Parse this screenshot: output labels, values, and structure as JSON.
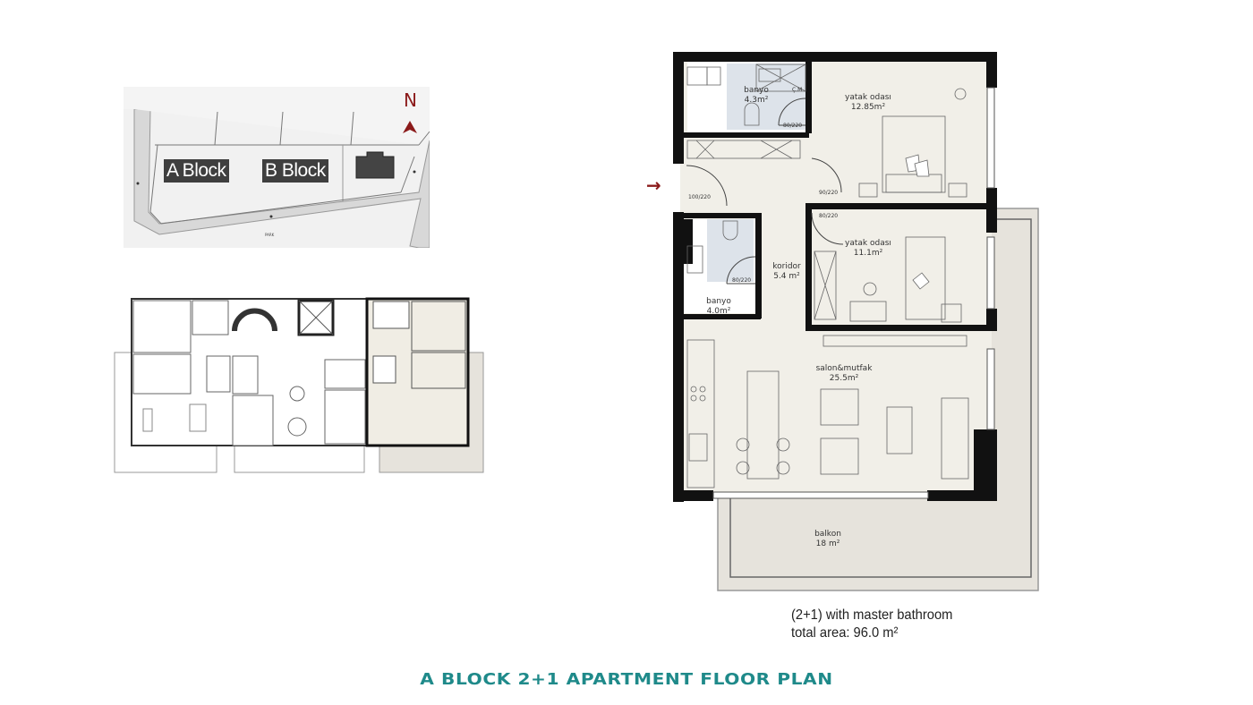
{
  "site_map": {
    "north_label": "N",
    "blocks": [
      {
        "label": "A Block"
      },
      {
        "label": "B Block"
      }
    ],
    "road_label": "PARK"
  },
  "floor_plan": {
    "entry_marker": "→",
    "rooms": [
      {
        "name": "banyo",
        "area": "4.3m²"
      },
      {
        "name": "yatak odası",
        "area": "12.85m²"
      },
      {
        "name": "yatak odası",
        "area": "11.1m²"
      },
      {
        "name": "koridor",
        "area": "5.4 m²"
      },
      {
        "name": "banyo",
        "area": "4.0m²"
      },
      {
        "name": "salon&mutfak",
        "area": "25.5m²"
      },
      {
        "name": "balkon",
        "area": "18 m²"
      }
    ],
    "doors": [
      {
        "label": "100/220"
      },
      {
        "label": "90/220"
      },
      {
        "label": "80/220"
      },
      {
        "label": "80/220"
      },
      {
        "label": "80/220"
      }
    ],
    "fixture_label": "Ç.M"
  },
  "caption": {
    "line1": "(2+1) with master bathroom",
    "line2": "total area: 96.0 m²"
  },
  "title": "A BLOCK 2+1 APARTMENT FLOOR PLAN",
  "colors": {
    "title": "#1f8a8a",
    "north_arrow": "#8b1a1a",
    "wall": "#111111",
    "floor": "#f1efe8",
    "bathroom": "#dde3ea",
    "balcony": "#e6e3dc"
  }
}
